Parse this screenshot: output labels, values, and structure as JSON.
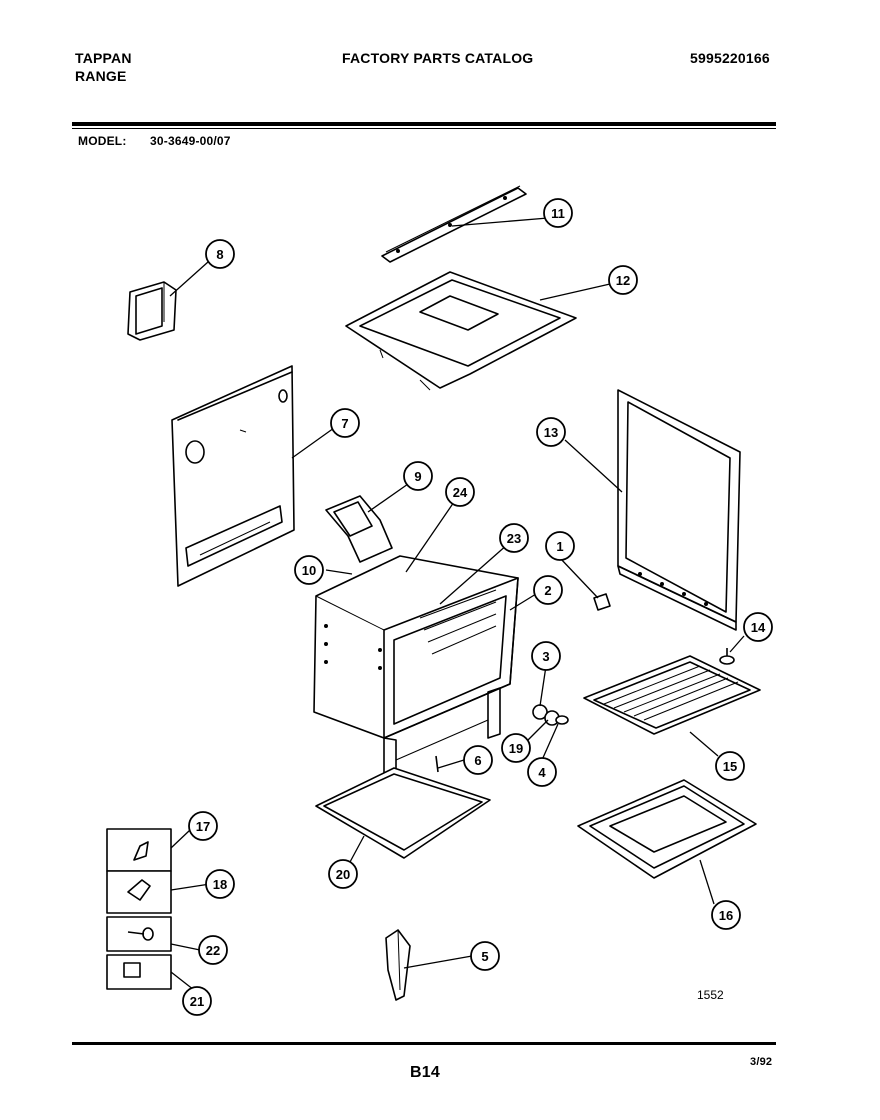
{
  "header": {
    "brand": "TAPPAN",
    "product": "RANGE",
    "catalog_title": "FACTORY PARTS CATALOG",
    "catalog_number": "5995220166",
    "model_label": "MODEL:",
    "model_number": "30-3649-00/07"
  },
  "callouts": [
    "1",
    "2",
    "3",
    "4",
    "5",
    "6",
    "7",
    "8",
    "9",
    "10",
    "11",
    "12",
    "13",
    "14",
    "15",
    "16",
    "17",
    "18",
    "19",
    "20",
    "21",
    "22",
    "23",
    "24"
  ],
  "drawing_number": "1552",
  "footer": {
    "page_code": "B14",
    "date": "3/92"
  }
}
